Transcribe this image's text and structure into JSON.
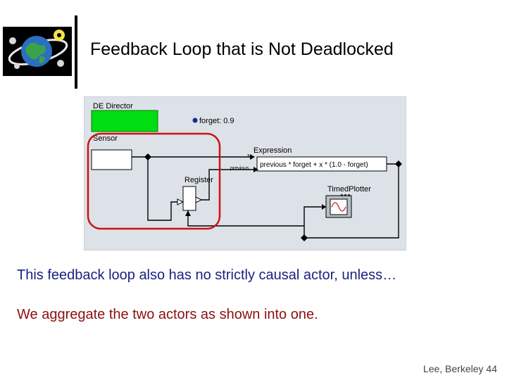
{
  "title": "Feedback Loop that is Not Deadlocked",
  "diagram": {
    "director_label": "DE Director",
    "param_label": "forget: 0.9",
    "sensor_label": "Sensor",
    "expression_label": "Expression",
    "expression_text": "previous * forget + x * (1.0 - forget)",
    "port_x_label": "x",
    "port_previous_label": "previous",
    "register_label": "Register",
    "plotter_label": "TimedPlotter",
    "colors": {
      "director": "#00dd11",
      "highlight": "#d01010",
      "canvas": "#dde2e8"
    }
  },
  "body": {
    "line1": "This feedback loop also has no strictly causal actor, unless…",
    "line2": "We aggregate the two actors as shown into one."
  },
  "footer": "Lee, Berkeley 44"
}
